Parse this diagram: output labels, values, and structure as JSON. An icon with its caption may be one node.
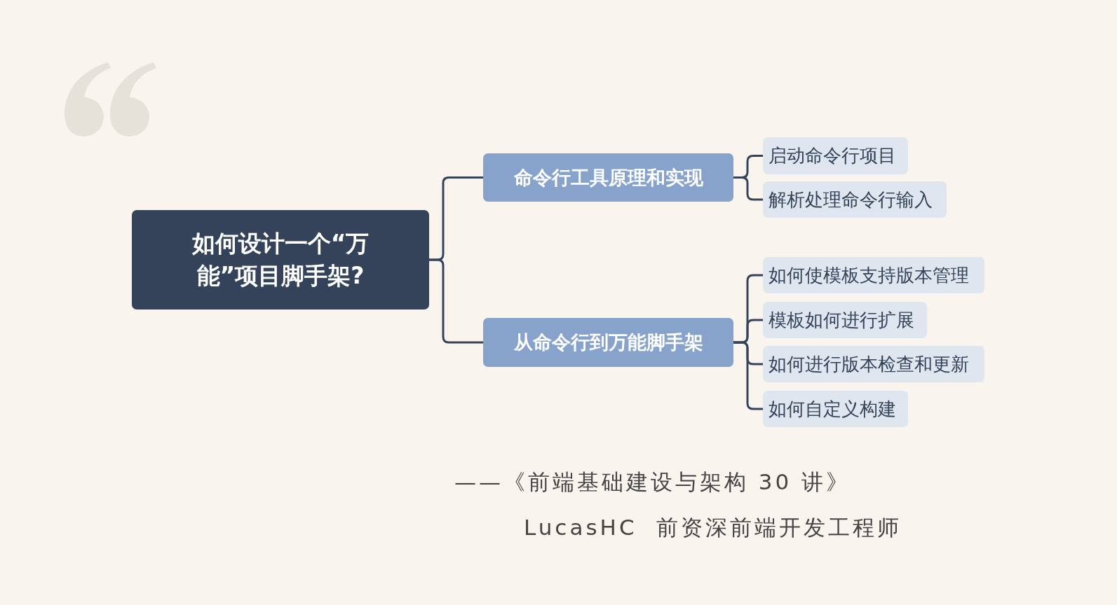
{
  "diagram": {
    "nodes": [
      {
        "text": [
          "如何设计一个“万能”项目脚手架?"
        ]
      },
      {
        "text": [
          "命令行工具原理和实现"
        ]
      },
      {
        "text": [
          "启动命令行项目"
        ]
      },
      {
        "text": [
          "解析处理命令行输入"
        ]
      },
      {
        "text": [
          "从命令行到万能脚手架"
        ]
      },
      {
        "text": [
          "如何使模板支持版本管理"
        ]
      },
      {
        "text": [
          "模板如何进行扩展"
        ]
      },
      {
        "text": [
          "如何进行版本检查和更新"
        ]
      },
      {
        "text": [
          "如何自定义构建"
        ]
      }
    ],
    "edges": [
      {
        "from": 0,
        "to": 1,
        "arrow": "none"
      },
      {
        "from": 0,
        "to": 4,
        "arrow": "none"
      },
      {
        "from": 1,
        "to": 2,
        "arrow": "none"
      },
      {
        "from": 1,
        "to": 3,
        "arrow": "none"
      },
      {
        "from": 4,
        "to": 5,
        "arrow": "none"
      },
      {
        "from": 4,
        "to": 6,
        "arrow": "none"
      },
      {
        "from": 4,
        "to": 7,
        "arrow": "none"
      },
      {
        "from": 4,
        "to": 8,
        "arrow": "none"
      }
    ],
    "labels": [
      "——《前端基础建设与架构 30 讲》",
      "LucasHC  前资深前端开发工程师"
    ]
  }
}
